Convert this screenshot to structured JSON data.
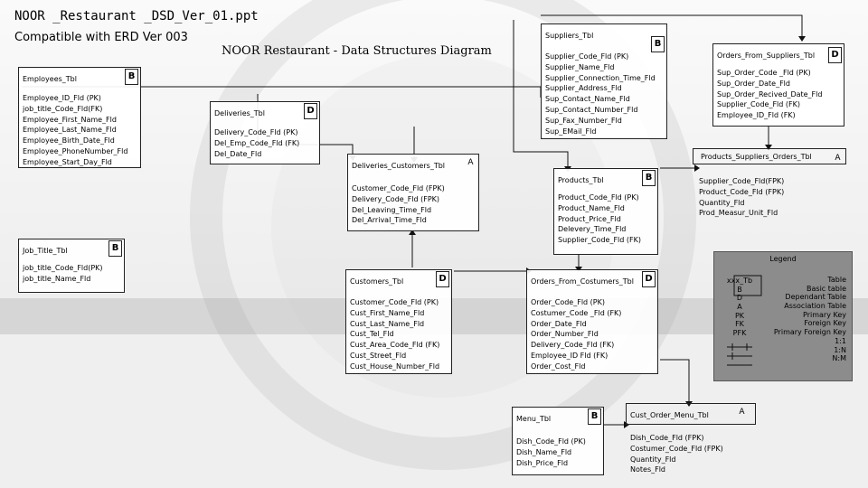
{
  "header": {
    "title": "NOOR _Restaurant _DSD_Ver_01.ppt",
    "subtitle": "Compatible with ERD Ver 003",
    "diagram_title": "NOOR Restaurant - Data Structures Diagram"
  },
  "tables": {
    "employees": {
      "name": "Employees_Tbl",
      "type": "B",
      "fields": [
        "Employee_ID_Fld (PK)",
        "job_title_Code_Fld(FK)",
        "Employee_First_Name_Fld",
        "Employee_Last_Name_Fld",
        "Employee_Birth_Date_Fld",
        "Employee_PhoneNumber_Fld",
        "Employee_Start_Day_Fld"
      ]
    },
    "job_title": {
      "name": "Job_Title_Tbl",
      "type": "B",
      "fields": [
        "job_title_Code_Fld(PK)",
        "job_title_Name_Fld"
      ]
    },
    "deliveries": {
      "name": "Deliveries_Tbl",
      "type": "D",
      "fields": [
        "Delivery_Code_Fld (PK)",
        "Del_Emp_Code_Fld (FK)",
        "Del_Date_Fld"
      ]
    },
    "deliveries_customers": {
      "name": "Deliveries_Customers_Tbl",
      "type": "A",
      "fields": [
        "Customer_Code_Fld (FPK)",
        "Delivery_Code_Fld (FPK)",
        "Del_Leaving_Time_Fld",
        "Del_Arrival_Time_Fld"
      ]
    },
    "customers": {
      "name": "Customers_Tbl",
      "type": "D",
      "fields": [
        "Customer_Code_Fld (PK)",
        "Cust_First_Name_Fld",
        "Cust_Last_Name_Fld",
        "Cust_Tel_Fld",
        "Cust_Area_Code_Fld (FK)",
        "Cust_Street_Fld",
        "Cust_House_Number_Fld"
      ]
    },
    "suppliers": {
      "name": "Suppliers_Tbl",
      "type": "B",
      "fields": [
        "Supplier_Code_Fld (PK)",
        "Supplier_Name_Fld",
        "Supplier_Connection_Time_Fld",
        "Supplier_Address_Fld",
        "Sup_Contact_Name_Fld",
        "Sup_Contact_Number_Fld",
        "Sup_Fax_Number_Fld",
        "Sup_EMail_Fld"
      ]
    },
    "orders_from_suppliers": {
      "name": "Orders_From_Suppliers_Tbl",
      "type": "D",
      "fields": [
        "Sup_Order_Code _Fld (PK)",
        "Sup_Order_Date_Fld",
        "Sup_Order_Recived_Date_Fld",
        "Supplier_Code_Fld (FK)",
        "Employee_ID_Fld (FK)"
      ]
    },
    "products_suppliers_orders": {
      "name": "Products_Suppliers_Orders_Tbl",
      "type": "A",
      "fields": [
        "Supplier_Code_Fld(FPK)",
        "Product_Code_Fld (FPK)",
        "Quantity_Fld",
        "Prod_Measur_Unit_Fld"
      ]
    },
    "products": {
      "name": "Products_Tbl",
      "type": "B",
      "fields": [
        "Product_Code_Fld (PK)",
        "Product_Name_Fld",
        "Product_Price_Fld",
        "Delevery_Time_Fld",
        "Supplier_Code_Fld (FK)"
      ]
    },
    "orders_from_costumers": {
      "name": "Orders_From_Costumers_Tbl",
      "type": "D",
      "fields": [
        "Order_Code_Fld (PK)",
        "Costumer_Code _Fld (FK)",
        "Order_Date_Fld",
        "Order_Number_Fld",
        "Delivery_Code_Fld (FK)",
        "Employee_ID Fld (FK)",
        "Order_Cost_Fld"
      ]
    },
    "menu": {
      "name": "Menu_Tbl",
      "type": "B",
      "fields": [
        "Dish_Code_Fld (PK)",
        "Dish_Name_Fld",
        "Dish_Price_Fld"
      ]
    },
    "cust_order_menu": {
      "name": "Cust_Order_Menu_Tbl",
      "type": "A",
      "fields": [
        "Dish_Code_Fld (FPK)",
        "Costumer_Code_Fld (FPK)",
        "Quantity_Fld",
        "Notes_Fld"
      ]
    }
  },
  "legend": {
    "title": "Legend",
    "symbols": [
      "xxx_Tb",
      "B",
      "D",
      "A",
      "PK",
      "FK",
      "PFK",
      "",
      "",
      ""
    ],
    "descriptions": [
      "Table",
      "Basic table",
      "Dependant Table",
      "Association Table",
      "Primary Key",
      "Foreign Key",
      "Primary Foreign Key",
      "1:1",
      "1:N",
      "N:M"
    ]
  }
}
